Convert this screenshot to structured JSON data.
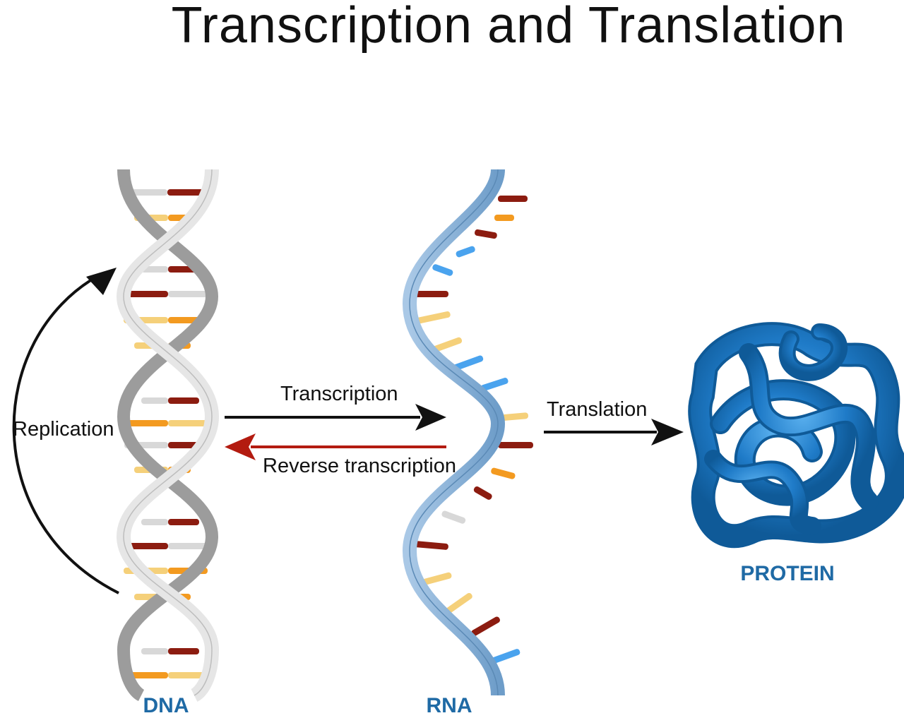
{
  "title": "Transcription and Translation",
  "molecules": {
    "dna": "DNA",
    "rna": "RNA",
    "protein": "PROTEIN"
  },
  "processes": {
    "replication": "Replication",
    "transcription": "Transcription",
    "reverse_transcription": "Reverse transcription",
    "translation": "Translation"
  },
  "colors": {
    "dna_strand_front": "#e6e6e6",
    "dna_strand_back": "#9c9c9c",
    "rna_strand": "#8db4d8",
    "protein": "#1d78c5",
    "base_dark_red": "#8c1c10",
    "base_light_grey": "#d8d8d8",
    "base_yellow": "#f5d07a",
    "base_orange": "#f39a20",
    "base_blue": "#4aa3ee",
    "arrow_forward": "#111111",
    "arrow_reverse": "#b31b10",
    "label_blue": "#1f6aa5"
  }
}
